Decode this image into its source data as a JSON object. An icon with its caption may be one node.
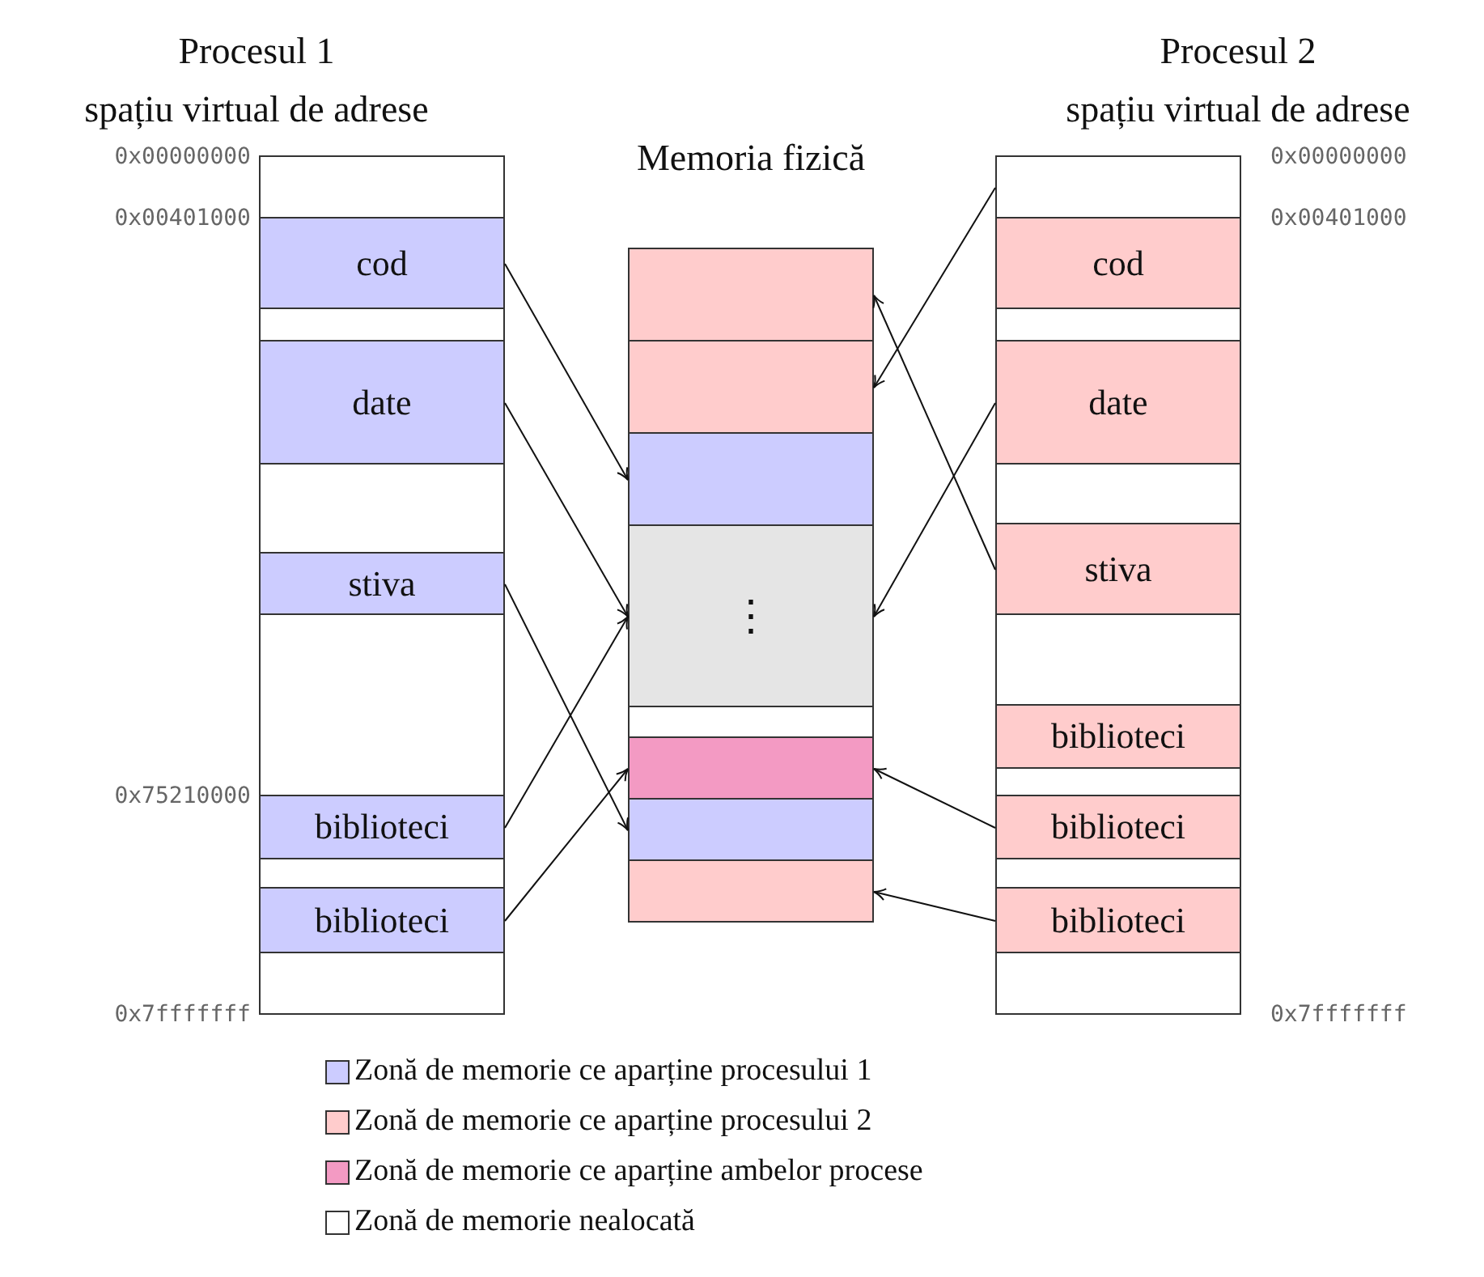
{
  "diagram": {
    "nodes": [
      {
        "text": [
          "Procesul 1",
          "spațiu virtual de adrese"
        ]
      },
      {
        "text": [],
        "shape": "box",
        "in": 0
      },
      {
        "text": [
          "cod"
        ],
        "in": 0
      },
      {
        "text": [],
        "shape": "box",
        "in": 0
      },
      {
        "text": [
          "date"
        ],
        "in": 0
      },
      {
        "text": [],
        "shape": "box",
        "in": 0
      },
      {
        "text": [
          "stiva"
        ],
        "in": 0
      },
      {
        "text": [],
        "shape": "box",
        "in": 0
      },
      {
        "text": [
          "biblioteci"
        ],
        "in": 0
      },
      {
        "text": [],
        "shape": "box",
        "in": 0
      },
      {
        "text": [
          "biblioteci"
        ],
        "in": 0
      },
      {
        "text": [],
        "shape": "box",
        "in": 0
      },
      {
        "text": [
          "Memoria fizică"
        ]
      },
      {
        "text": [],
        "shape": "box",
        "in": 12
      },
      {
        "text": [],
        "shape": "box",
        "in": 12
      },
      {
        "text": [],
        "shape": "box",
        "in": 12
      },
      {
        "text": [
          "⋮"
        ],
        "in": 12
      },
      {
        "text": [],
        "shape": "box",
        "in": 12
      },
      {
        "text": [],
        "shape": "box",
        "in": 12
      },
      {
        "text": [],
        "shape": "box",
        "in": 12
      },
      {
        "text": [],
        "shape": "box",
        "in": 12
      },
      {
        "text": [
          "Procesul 2",
          "spațiu virtual de adrese"
        ]
      },
      {
        "text": [],
        "shape": "box",
        "in": 21
      },
      {
        "text": [
          "cod"
        ],
        "in": 21
      },
      {
        "text": [],
        "shape": "box",
        "in": 21
      },
      {
        "text": [
          "date"
        ],
        "in": 21
      },
      {
        "text": [],
        "shape": "box",
        "in": 21
      },
      {
        "text": [
          "stiva"
        ],
        "in": 21
      },
      {
        "text": [],
        "shape": "box",
        "in": 21
      },
      {
        "text": [
          "biblioteci"
        ],
        "in": 21
      },
      {
        "text": [],
        "shape": "box",
        "in": 21
      },
      {
        "text": [
          "biblioteci"
        ],
        "in": 21
      },
      {
        "text": [],
        "shape": "box",
        "in": 21
      },
      {
        "text": [
          "biblioteci"
        ],
        "in": 21
      },
      {
        "text": [],
        "shape": "box",
        "in": 21
      }
    ],
    "edges": [
      {
        "from": 2,
        "to": 15,
        "arrow": "to"
      },
      {
        "from": 4,
        "to": 16,
        "arrow": "to"
      },
      {
        "from": 6,
        "to": 19,
        "arrow": "to"
      },
      {
        "from": 8,
        "to": 16,
        "arrow": "to"
      },
      {
        "from": 10,
        "to": 18,
        "arrow": "to"
      },
      {
        "from": 22,
        "to": 14,
        "arrow": "to"
      },
      {
        "from": 25,
        "to": 16,
        "arrow": "to"
      },
      {
        "from": 27,
        "to": 13,
        "arrow": "to"
      },
      {
        "from": 31,
        "to": 18,
        "arrow": "to"
      },
      {
        "from": 33,
        "to": 20,
        "arrow": "to"
      }
    ],
    "labels": [
      "0x00000000",
      "0x00000000",
      "0x00401000",
      "0x00401000",
      "0x75210000",
      "0x7fffffff",
      "0x7fffffff"
    ],
    "legend": [
      {
        "text": "Zonă de memorie ce aparține procesului 1",
        "color": "#ccccff"
      },
      {
        "text": "Zonă de memorie ce aparține procesului 2",
        "color": "#ffcccc"
      },
      {
        "text": "Zonă de memorie ce aparține ambelor procese",
        "color": "#f39ac3"
      },
      {
        "text": "Zonă de memorie nealocată",
        "color": "#ffffff"
      }
    ]
  }
}
